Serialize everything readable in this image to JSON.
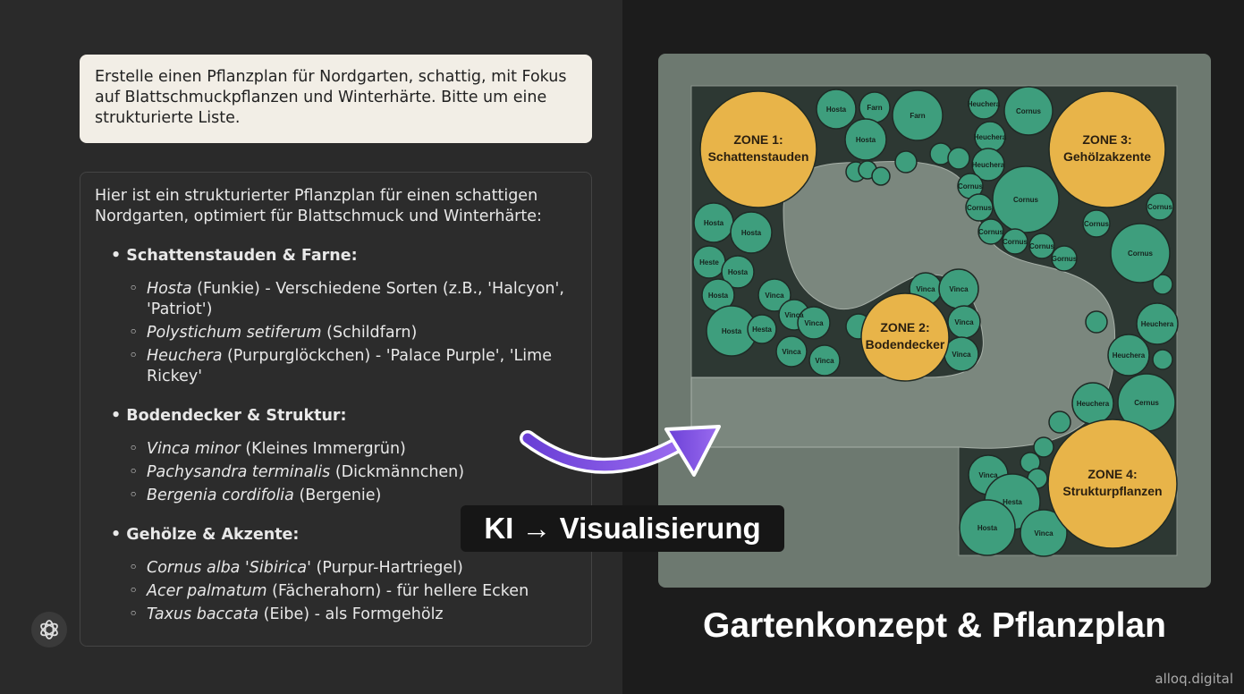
{
  "prompt": "Erstelle einen Pflanzplan für Nordgarten, schattig, mit Fokus auf Blattschmuckpflanzen und Winterhärte. Bitte um eine strukturierte Liste.",
  "response": {
    "intro": "Hier ist ein strukturierter Pflanzplan für einen schattigen Nordgarten, optimiert für Blattschmuck und Winterhärte:",
    "sections": [
      {
        "title": "Schattenstauden & Farne:",
        "items": [
          {
            "name": "Hosta",
            "rest": " (Funkie) - Verschiedene Sorten (z.B., 'Halcyon', 'Patriot')"
          },
          {
            "name": "Polystichum setiferum",
            "rest": " (Schildfarn)"
          },
          {
            "name": "Heuchera",
            "rest": " (Purpurglöckchen) - 'Palace Purple', 'Lime Rickey'"
          }
        ]
      },
      {
        "title": "Bodendecker & Struktur:",
        "items": [
          {
            "name": "Vinca minor",
            "rest": " (Kleines Immergrün)"
          },
          {
            "name": "Pachysandra terminalis",
            "rest": " (Dickmännchen)"
          },
          {
            "name": "Bergenia cordifolia",
            "rest": " (Bergenie)"
          }
        ]
      },
      {
        "title": "Gehölze & Akzente:",
        "items": [
          {
            "name": "Cornus alba 'Sibirica'",
            "rest": " (Purpur-Hartriegel)"
          },
          {
            "name": "Acer palmatum",
            "rest": " (Fächerahorn) - für hellere Ecken"
          },
          {
            "name": "Taxus baccata",
            "rest": " (Eibe) - als Formgehölz"
          }
        ]
      }
    ]
  },
  "badge": "KI → Visualisierung",
  "plan": {
    "zones": [
      [
        "ZONE 1:",
        "Schattenstauden"
      ],
      [
        "ZONE 2:",
        "Bodendecker"
      ],
      [
        "ZONE 3:",
        "Gehölzakzente"
      ],
      [
        "ZONE 4:",
        "Strukturpflanzen"
      ]
    ],
    "plants": [
      "Hosta",
      "Farn",
      "Hosta",
      "Farn",
      "Heuchera",
      "Cornus",
      "Heuchera",
      "Heuchera",
      "Cornus",
      "Cornus",
      "Cornus",
      "Cornus",
      "Cornus",
      "Cornus",
      "Gornus",
      "Cornus",
      "Cornus",
      "Cornus",
      "Hosta",
      "Hosta",
      "Heste",
      "Hosta",
      "Hosta",
      "Hosta",
      "Hesta",
      "Vinca",
      "Vinca",
      "Vinca",
      "Vinca",
      "Vinca",
      "Vinca",
      "Vinca",
      "Vinca",
      "Vinca",
      "Vinca",
      "Heuchera",
      "Heuchera",
      "Heuchera",
      "Cernus",
      "Vinca",
      "Hesta",
      "Hosta",
      "Vinca"
    ],
    "colors": {
      "zone": "#e8b449",
      "plant": "#3e9e7d",
      "bed": "#2d3833",
      "path": "#7b877e",
      "frame": "#6d7970"
    }
  },
  "title": "Gartenkonzept & Pflanzplan",
  "watermark": "alloq.digital",
  "icons": {
    "assistant": "openai-logo-icon",
    "arrow": "curved-arrow-icon"
  }
}
